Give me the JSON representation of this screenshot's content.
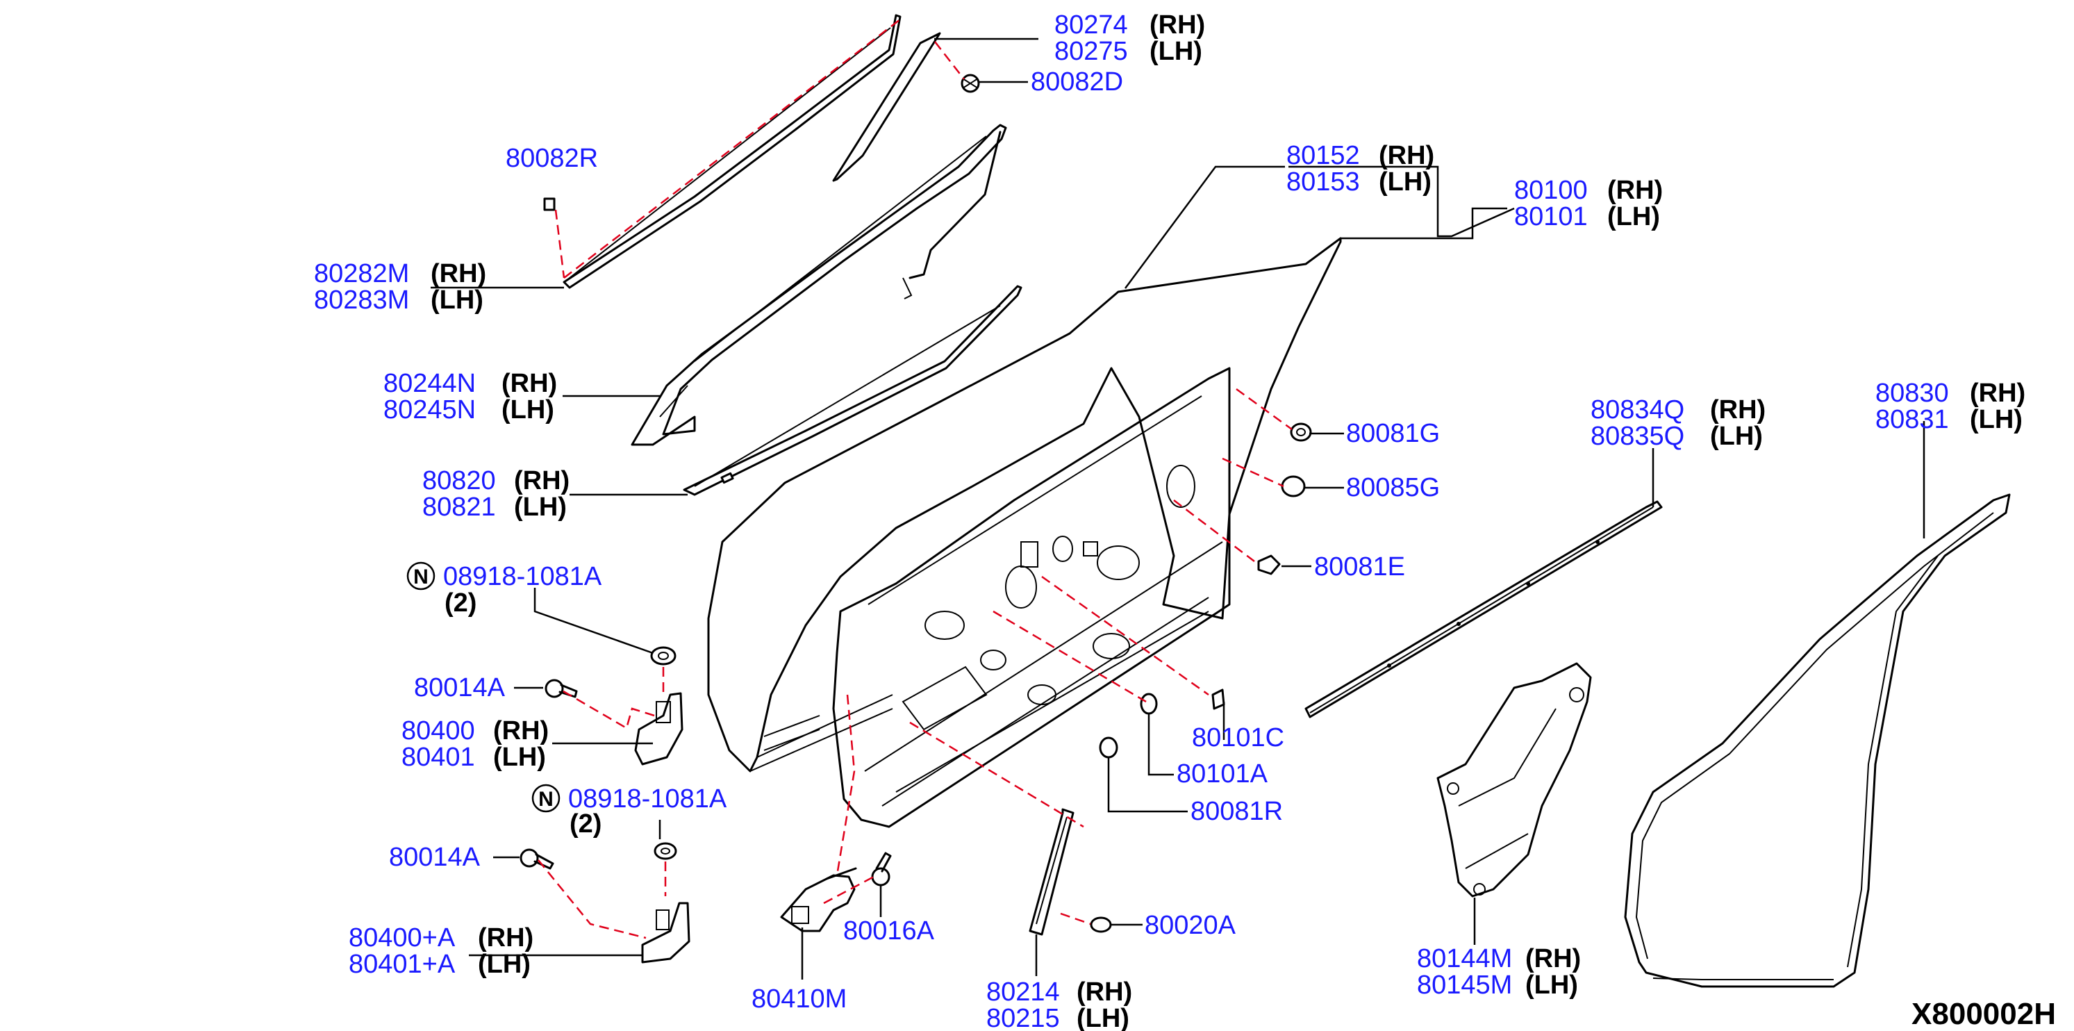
{
  "diagram_code": "X800002H",
  "callouts": {
    "c80274": {
      "pn": "80274",
      "side": "(RH)"
    },
    "c80275": {
      "pn": "80275",
      "side": "(LH)"
    },
    "c80082D": {
      "pn": "80082D"
    },
    "c80082R": {
      "pn": "80082R"
    },
    "c80282M": {
      "pn": "80282M",
      "side": "(RH)"
    },
    "c80283M": {
      "pn": "80283M",
      "side": "(LH)"
    },
    "c80152": {
      "pn": "80152",
      "side": "(RH)"
    },
    "c80153": {
      "pn": "80153",
      "side": "(LH)"
    },
    "c80100": {
      "pn": "80100",
      "side": "(RH)"
    },
    "c80101": {
      "pn": "80101",
      "side": "(LH)"
    },
    "c80244N": {
      "pn": "80244N",
      "side": "(RH)"
    },
    "c80245N": {
      "pn": "80245N",
      "side": "(LH)"
    },
    "c80820": {
      "pn": "80820",
      "side": "(RH)"
    },
    "c80821": {
      "pn": "80821",
      "side": "(LH)"
    },
    "c80081G": {
      "pn": "80081G"
    },
    "c80085G": {
      "pn": "80085G"
    },
    "c80081E": {
      "pn": "80081E"
    },
    "c80834Q": {
      "pn": "80834Q",
      "side": "(RH)"
    },
    "c80835Q": {
      "pn": "80835Q",
      "side": "(LH)"
    },
    "c80830": {
      "pn": "80830",
      "side": "(RH)"
    },
    "c80831": {
      "pn": "80831",
      "side": "(LH)"
    },
    "n1": {
      "marker": "N",
      "pn": "08918-1081A",
      "qty": "(2)"
    },
    "c80014A_1": {
      "pn": "80014A"
    },
    "c80400": {
      "pn": "80400",
      "side": "(RH)"
    },
    "c80401": {
      "pn": "80401",
      "side": "(LH)"
    },
    "n2": {
      "marker": "N",
      "pn": "08918-1081A",
      "qty": "(2)"
    },
    "c80014A_2": {
      "pn": "80014A"
    },
    "c80400A": {
      "pn": "80400+A",
      "side": "(RH)"
    },
    "c80401A": {
      "pn": "80401+A",
      "side": "(LH)"
    },
    "c80101C": {
      "pn": "80101C"
    },
    "c80101A": {
      "pn": "80101A"
    },
    "c80081R": {
      "pn": "80081R"
    },
    "c80410M": {
      "pn": "80410M"
    },
    "c80016A": {
      "pn": "80016A"
    },
    "c80214": {
      "pn": "80214",
      "side": "(RH)"
    },
    "c80215": {
      "pn": "80215",
      "side": "(LH)"
    },
    "c80020A": {
      "pn": "80020A"
    },
    "c80144M": {
      "pn": "80144M",
      "side": "(RH)"
    },
    "c80145M": {
      "pn": "80145M",
      "side": "(LH)"
    }
  }
}
